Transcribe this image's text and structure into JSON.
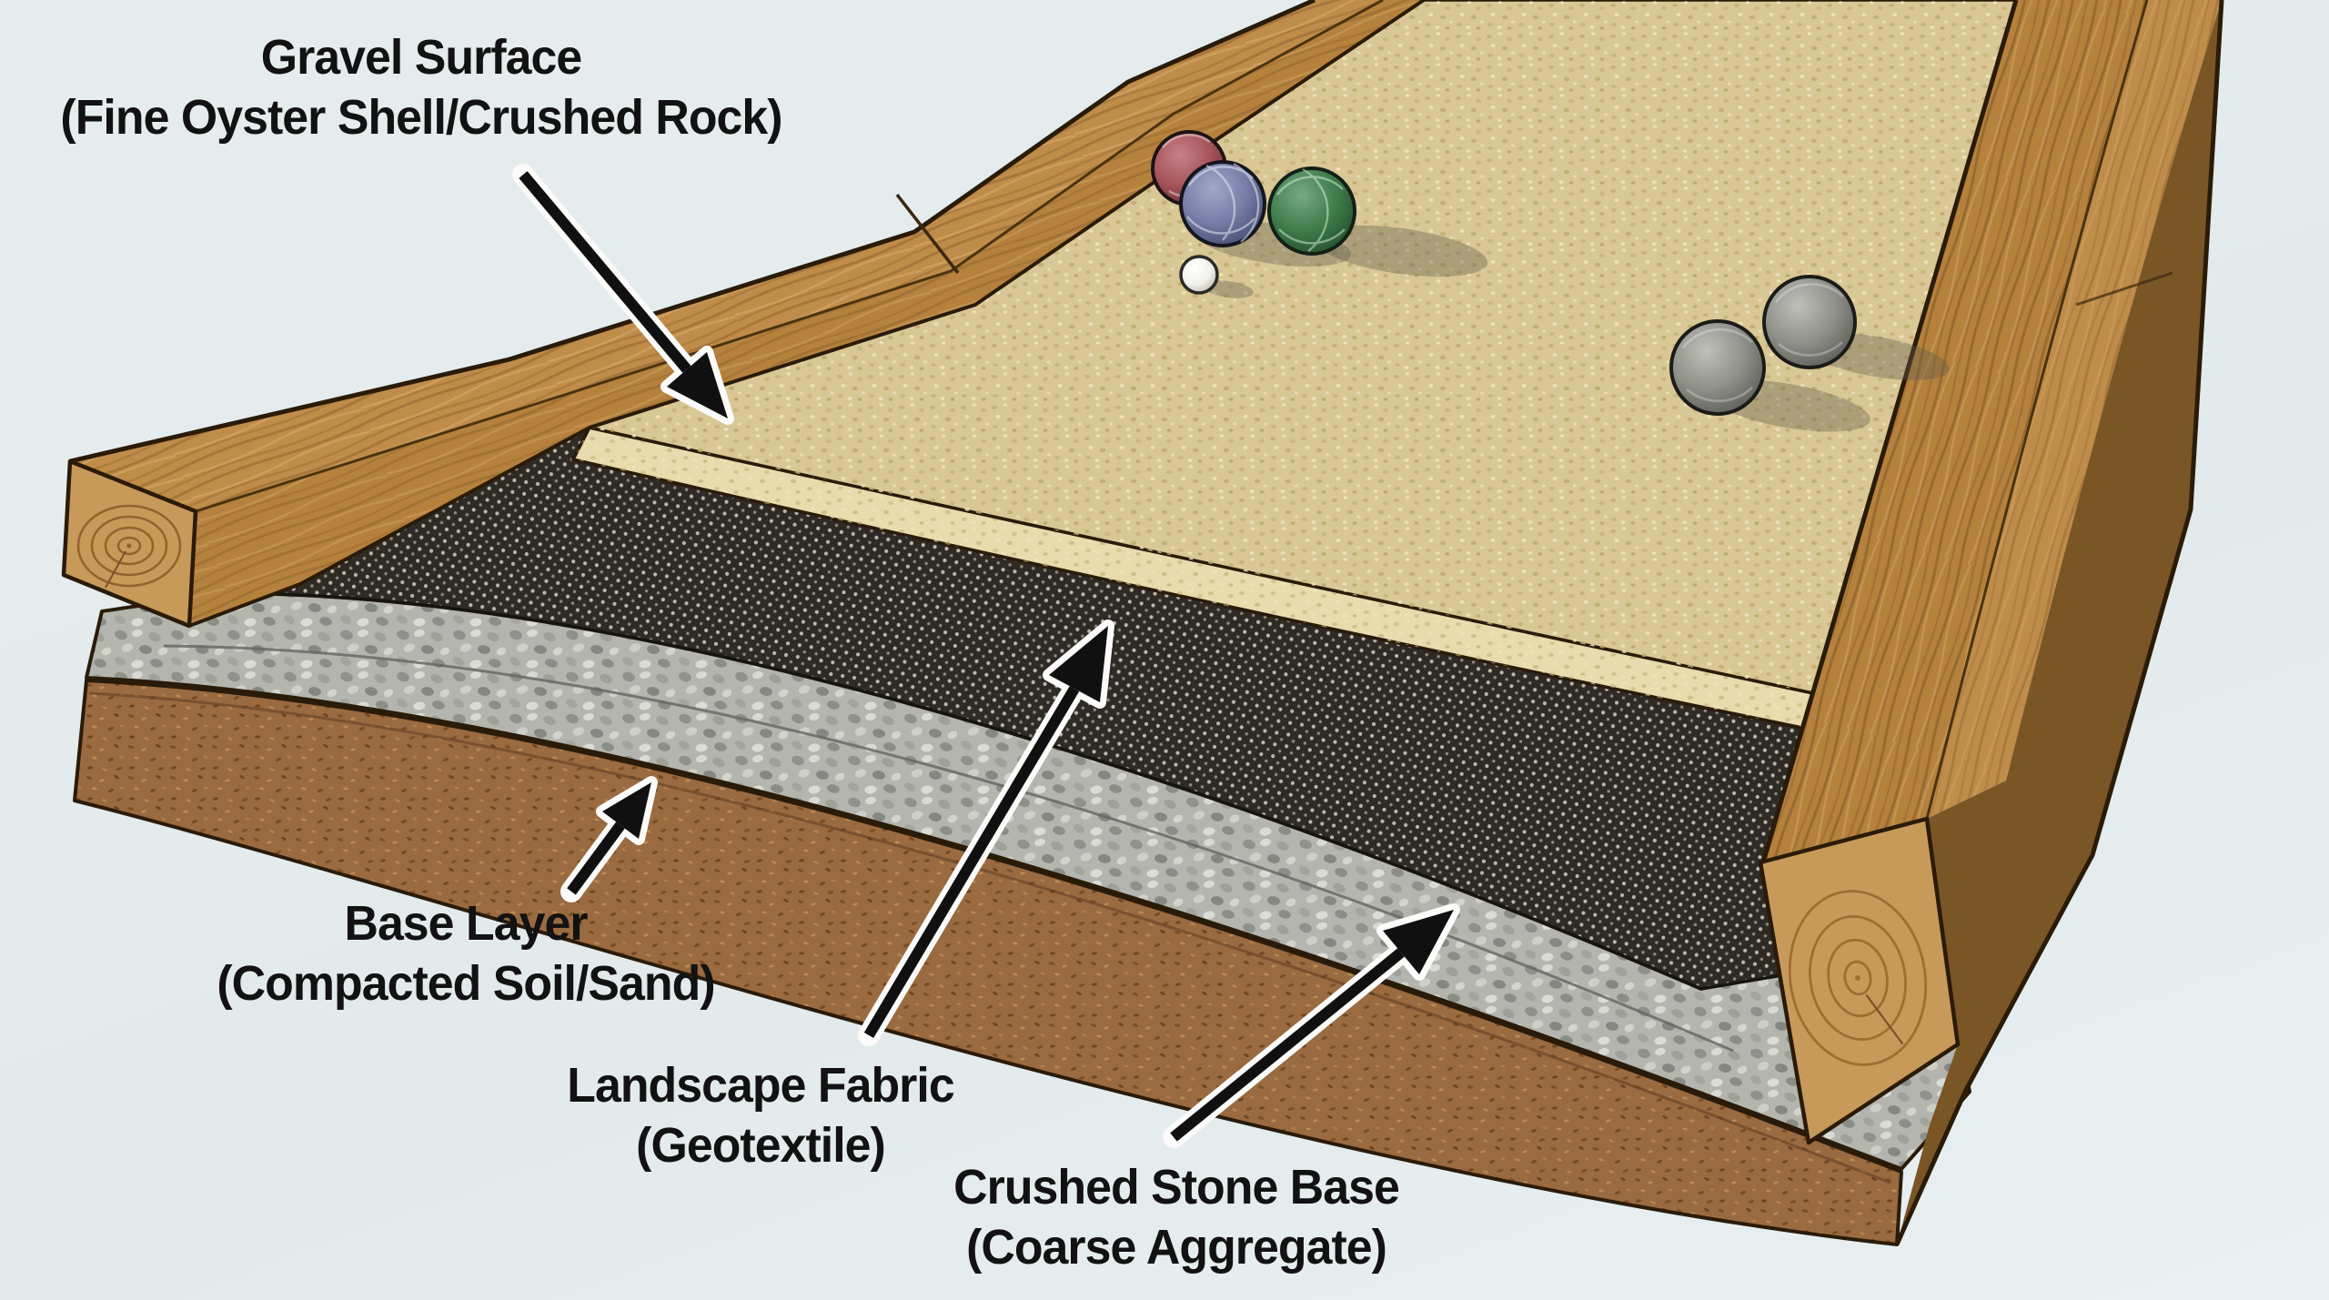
{
  "diagram_title": "Bocce court construction layers (cutaway illustration)",
  "labels": {
    "gravel": {
      "line1": "Gravel Surface",
      "line2": "(Fine Oyster Shell/Crushed Rock)"
    },
    "base": {
      "line1": "Base Layer",
      "line2": "(Compacted Soil/Sand)"
    },
    "fabric": {
      "line1": "Landscape Fabric",
      "line2": "(Geotextile)"
    },
    "stone": {
      "line1": "Crushed Stone Base",
      "line2": "(Coarse Aggregate)"
    }
  },
  "layers": [
    {
      "name": "gravel-surface",
      "material": "Fine Oyster Shell/Crushed Rock",
      "color": "#d9c795"
    },
    {
      "name": "landscape-fabric",
      "material": "Geotextile",
      "color": "#2e2a25"
    },
    {
      "name": "crushed-stone-base",
      "material": "Coarse Aggregate",
      "color": "#b3b5ae"
    },
    {
      "name": "base-layer",
      "material": "Compacted Soil/Sand",
      "color": "#9a6a40"
    }
  ],
  "balls": [
    {
      "name": "red-bocce-ball",
      "color": "#a6545c"
    },
    {
      "name": "blue-bocce-ball",
      "color": "#767ca6"
    },
    {
      "name": "green-bocce-ball",
      "color": "#3f7b4b"
    },
    {
      "name": "pallino-ball",
      "color": "#f2f1ec"
    },
    {
      "name": "gray-bocce-ball-1",
      "color": "#90908a"
    },
    {
      "name": "gray-bocce-ball-2",
      "color": "#8b8b85"
    }
  ],
  "colors": {
    "background": "#e7edee",
    "tan": "#d9c795",
    "tan-edge": "#e8dcae",
    "mesh": "#2e2a25",
    "mesh-dot": "#d6d0c2",
    "stone": "#b3b5ae",
    "stone-edge": "#a6a8a1",
    "soil": "#9a6a40",
    "soil-edge": "#8a5c36",
    "wood-top": "#c08c49",
    "wood-inner": "#b5813d",
    "wood-dark": "#7a5526",
    "wood-end": "#c89a5a",
    "outline": "#2a1b09",
    "label": "#121212",
    "ball-red": "#a6545c",
    "ball-blue": "#767ca6",
    "ball-green": "#3f7b4b",
    "ball-white": "#f2f1ec",
    "ball-gray": "#90908a"
  }
}
